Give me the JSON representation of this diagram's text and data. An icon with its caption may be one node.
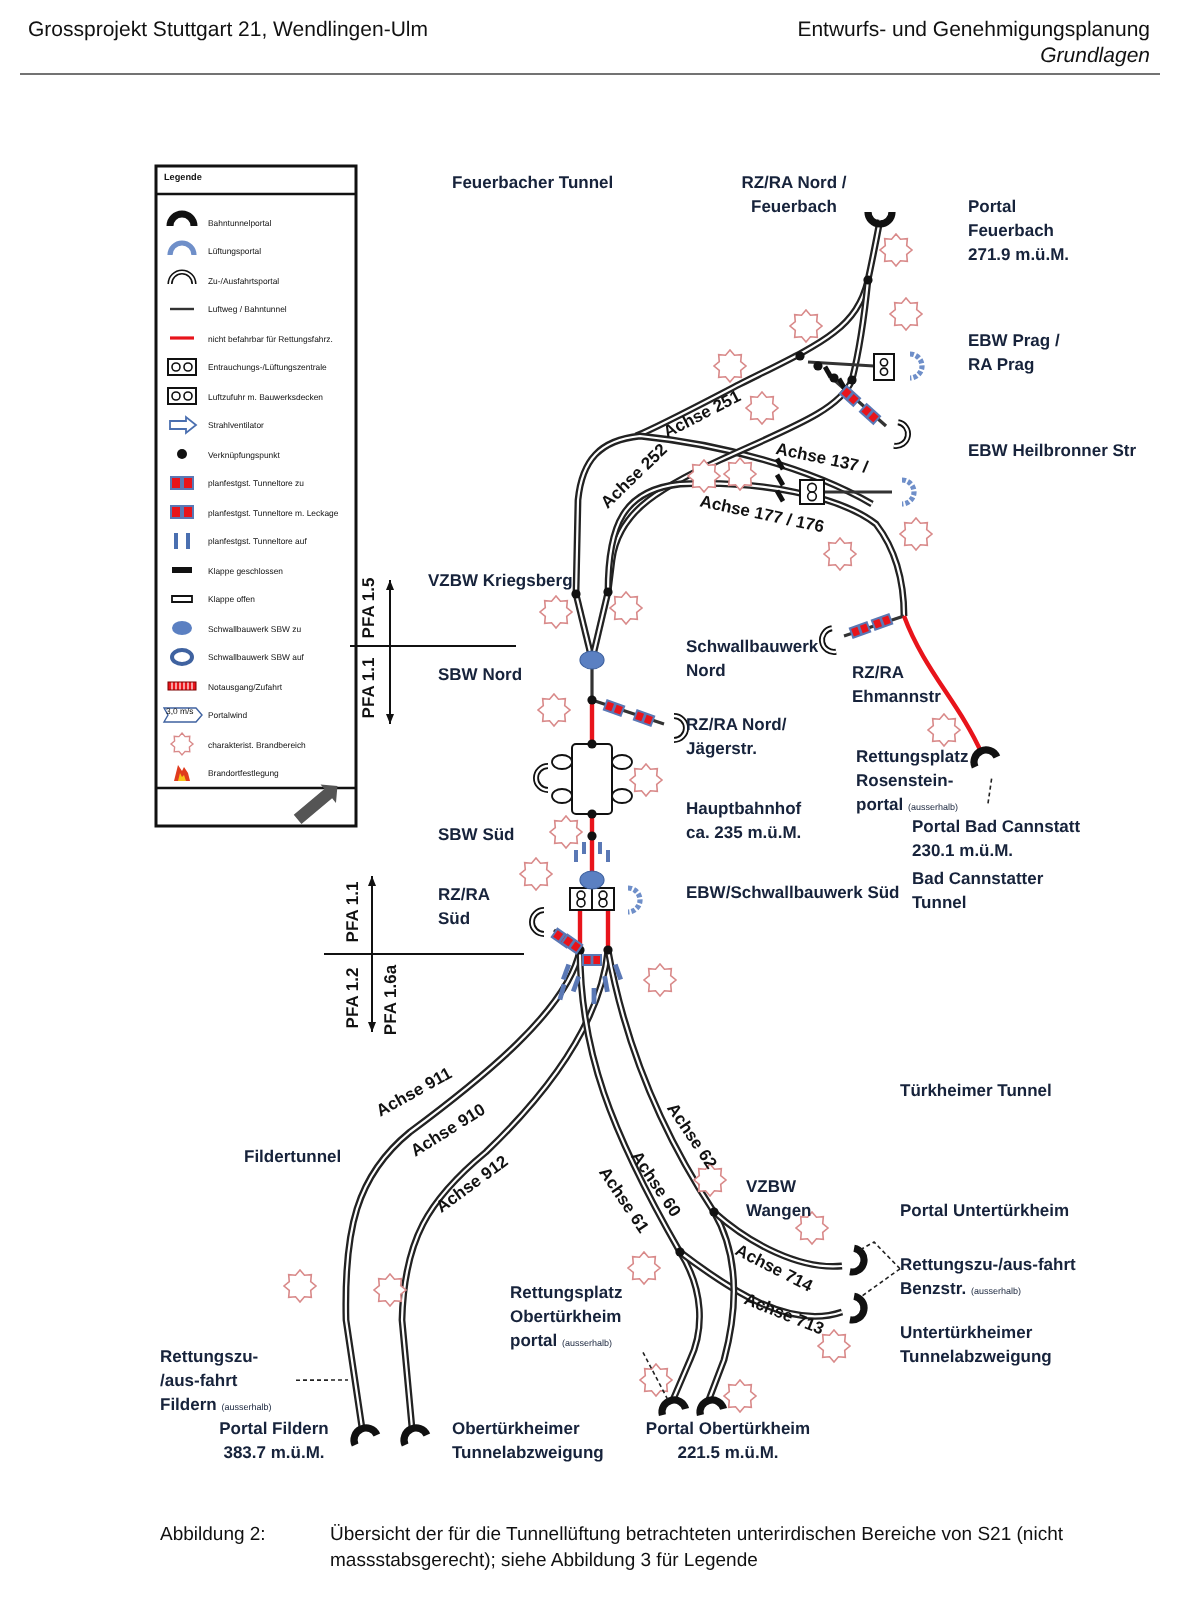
{
  "diagram": {
    "caption": "Übersicht der für die Tunnellüftung betrachteten unterirdischen Bereiche von S21 (nicht massstabsgerecht); siehe Abbildung 3 für Legende",
    "nodes": [
      {
        "text": [
          "Rettungsplatz Rosenstein-portal",
          "(ausserhalb)"
        ]
      },
      {
        "text": [
          "Rettungszu-/aus-fahrt Benzstr.",
          "(ausserhalb)"
        ]
      },
      {
        "text": [
          "Rettungsplatz Obertürkheim portal",
          "(ausserhalb)"
        ]
      },
      {
        "text": [
          "Rettungszu- /aus-fahrt Fildern",
          "(ausserhalb)"
        ]
      }
    ],
    "edges": [
      {
        "from": 0,
        "to": null,
        "arrow": "none",
        "style": "dashed"
      },
      {
        "from": 1,
        "to": null,
        "arrow": "none",
        "style": "dashed"
      },
      {
        "from": 2,
        "to": null,
        "arrow": "none",
        "style": "dashed"
      },
      {
        "from": 3,
        "to": null,
        "arrow": "none",
        "style": "dashed"
      }
    ],
    "labels": [
      "Grossprojekt Stuttgart 21, Wendlingen-Ulm",
      "Entwurfs- und Genehmigungsplanung",
      "Grundlagen",
      "Legende",
      "Feuerbacher Tunnel",
      "RZ/RA Nord / Feuerbach",
      "Portal Feuerbach 271.9 m.ü.M.",
      "EBW Prag / RA Prag",
      "Achse 251",
      "EBW Heilbronner Str",
      "Achse 252",
      "Achse 137 /",
      "Achse 177 / 176",
      "VZBW Kriegsberg",
      "PFA 1.5",
      "Schwallbauwerk Nord",
      "SBW Nord",
      "RZ/RA Ehmannstr",
      "PFA 1.1",
      "RZ/RA Nord/ Jägerstr.",
      "Hauptbahnhof ca. 235 m.ü.M.",
      "Portal Bad Cannstatt 230.1 m.ü.M.",
      "SBW Süd",
      "Bad Cannstatter Tunnel",
      "RZ/RA Süd",
      "EBW/Schwallbauwerk Süd",
      "PFA 1.1",
      "PFA 1.2",
      "PFA 1.6a",
      "Türkheimer Tunnel",
      "Achse 911",
      "Achse 910",
      "Fildertunnel",
      "Achse 912",
      "Achse 62",
      "Achse 60",
      "Achse 61",
      "VZBW Wangen",
      "Portal Untertürkheim",
      "Achse 714",
      "Achse 713",
      "Untertürkheimer Tunnelabzweigung",
      "Portal Fildern 383.7 m.ü.M.",
      "Obertürkheimer Tunnelabzweigung",
      "Portal Obertürkheim 221.5 m.ü.M.",
      "3,0 m/s",
      "Abbildung 2:"
    ],
    "legend": [
      {
        "text": "Bahntunnelportal"
      },
      {
        "text": "Lüftungsportal"
      },
      {
        "text": "Zu-/Ausfahrtsportal"
      },
      {
        "text": "Luftweg / Bahntunnel"
      },
      {
        "text": "nicht befahrbar für Rettungsfahrz."
      },
      {
        "text": "Entrauchungs-/Lüftungszentrale"
      },
      {
        "text": "Luftzufuhr m. Bauwerksdecken"
      },
      {
        "text": "Strahlventilator"
      },
      {
        "text": "Verknüpfungspunkt"
      },
      {
        "text": "planfestgst. Tunneltore zu"
      },
      {
        "text": "planfestgst. Tunneltore m. Leckage"
      },
      {
        "text": "planfestgst. Tunneltore auf"
      },
      {
        "text": "Klappe geschlossen"
      },
      {
        "text": "Klappe offen"
      },
      {
        "text": "Schwallbauwerk SBW zu"
      },
      {
        "text": "Schwallbauwerk SBW auf"
      },
      {
        "text": "Notausgang/Zufahrt"
      },
      {
        "text": "Portalwind"
      },
      {
        "text": "charakterist. Brandbereich"
      },
      {
        "text": "Brandortfestlegung"
      }
    ]
  }
}
